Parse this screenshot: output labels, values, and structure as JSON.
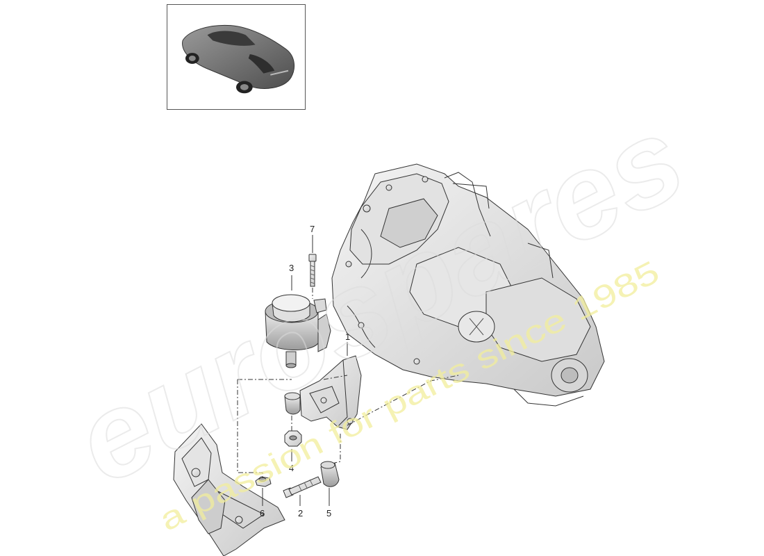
{
  "watermark": {
    "brand": "eurospares",
    "tagline": "a passion for parts since 1985"
  },
  "thumbnail": {
    "icon": "sports-car-icon"
  },
  "parts": [
    {
      "label": "1"
    },
    {
      "label": "2"
    },
    {
      "label": "3"
    },
    {
      "label": "4"
    },
    {
      "label": "5"
    },
    {
      "label": "6"
    },
    {
      "label": "7"
    }
  ],
  "colors": {
    "line": "#333333",
    "shade": "#d9d9d9",
    "watermark_grey": "#ececec",
    "watermark_yellow": "#f4f1a8"
  }
}
